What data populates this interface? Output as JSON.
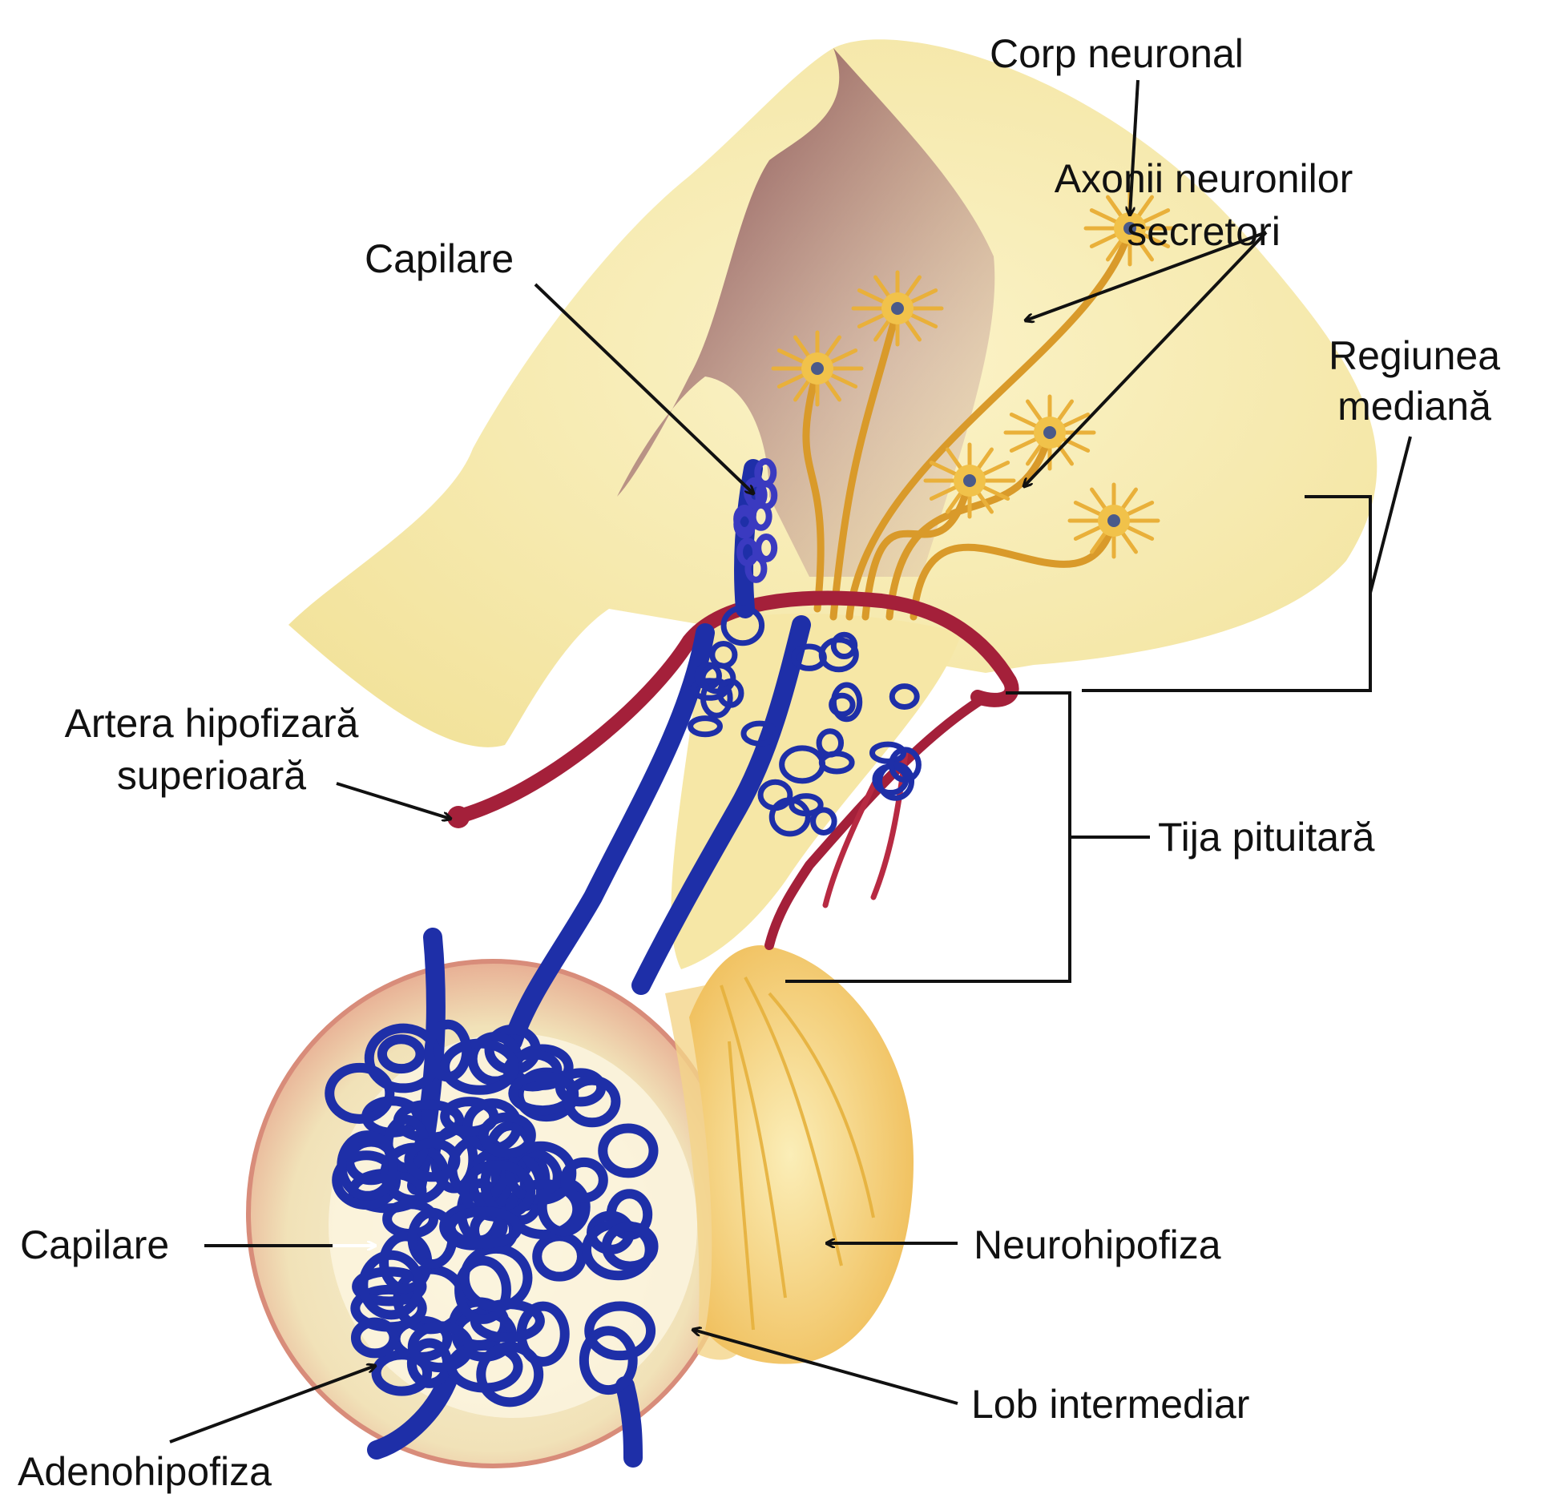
{
  "labels": {
    "corp_neuronal": "Corp neuronal",
    "axonii_line1": "Axonii neuronilor",
    "axonii_line2": "secretori",
    "capilare_top": "Capilare",
    "regiunea_line1": "Regiunea",
    "regiunea_line2": "mediană",
    "artera_line1": "Artera hipofizară",
    "artera_line2": "superioară",
    "tija": "Tija pituitară",
    "capilare_bottom": "Capilare",
    "neurohipofiza": "Neurohipofiza",
    "lob_intermediar": "Lob intermediar",
    "adenohipofiza": "Adenohipofiza"
  },
  "colors": {
    "hypothalamus": "#f7eeb8",
    "hypothalamus_shadow": "#7a3e4a",
    "neuron": "#e0a12a",
    "vein": "#1e2fa8",
    "artery": "#a4203a",
    "adenohypophysis_outer": "#e9a08e",
    "neurohypophysis": "#f8e39a",
    "leader_line": "#111111"
  }
}
